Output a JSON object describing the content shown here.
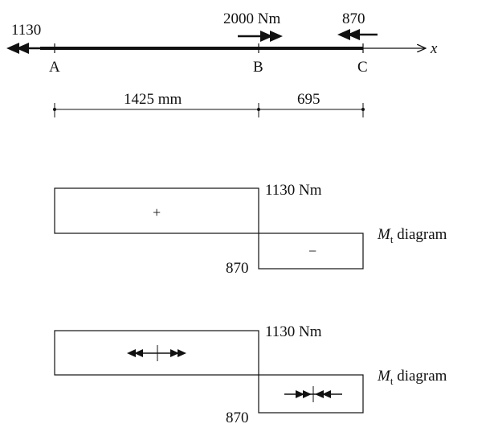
{
  "beam": {
    "left_torque": "1130",
    "applied_torque": "2000 Nm",
    "right_torque": "870",
    "axis_label": "x",
    "point_a": "A",
    "point_b": "B",
    "point_c": "C"
  },
  "dimensions": {
    "ab": "1425 mm",
    "bc": "695"
  },
  "diagram1": {
    "top_value": "1130 Nm",
    "bottom_value": "870",
    "pos_sign": "+",
    "neg_sign": "−",
    "label_main": "M",
    "label_sub": "t",
    "label_rest": " diagram"
  },
  "diagram2": {
    "top_value": "1130 Nm",
    "bottom_value": "870",
    "label_main": "M",
    "label_sub": "t",
    "label_rest": " diagram"
  }
}
